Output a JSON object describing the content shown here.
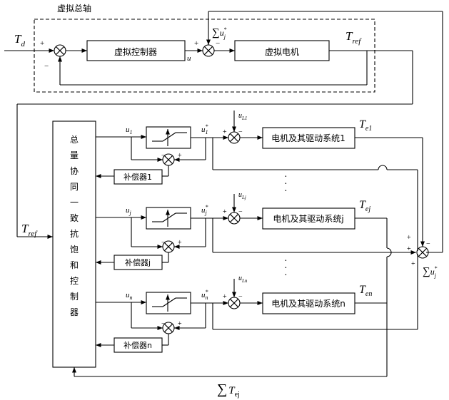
{
  "title": "虚拟总轴",
  "blocks": {
    "virtual_controller": "虚拟控制器",
    "virtual_motor": "虚拟电机",
    "central_controller": [
      "总",
      "量",
      "协",
      "同",
      "一",
      "致",
      "抗",
      "饱",
      "和",
      "控",
      "制",
      "器"
    ],
    "motor_1": "电机及其驱动系统1",
    "motor_j": "电机及其驱动系统j",
    "motor_n": "电机及其驱动系统n",
    "comp_1": "补偿器1",
    "comp_j": "补偿器j",
    "comp_n": "补偿器n"
  },
  "labels": {
    "td": "T",
    "td_sub": "d",
    "tref": "T",
    "tref_sub": "ref",
    "u": "u",
    "sum_sym": "∑",
    "u_j_star": "u",
    "star": "*",
    "sub_j": "j",
    "u1": "u",
    "sub_1": "1",
    "un": "u",
    "sub_n": "n",
    "uL1": "u",
    "uL1_sub": "L1",
    "uLj": "u",
    "uLj_sub": "Lj",
    "uLn": "u",
    "uLn_sub": "Ln",
    "te1": "T",
    "te1_sub": "e1",
    "tej": "T",
    "tej_sub": "ej",
    "ten": "T",
    "ten_sub": "en",
    "sum_tej": "T",
    "sum_tej_sub": "ej",
    "dots": "·",
    "plus": "+",
    "minus": "−"
  }
}
